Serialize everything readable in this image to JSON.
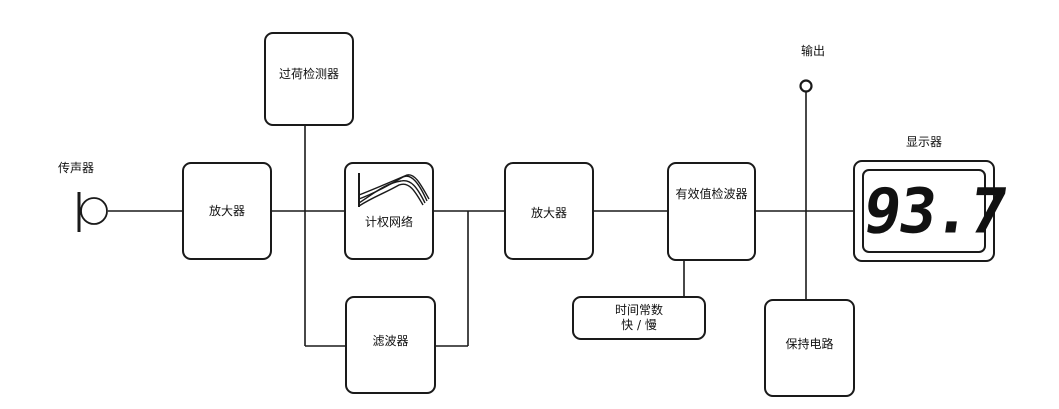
{
  "labels": {
    "microphone": "传声器",
    "amplifier_1": "放大器",
    "overload_detector": "过荷检测器",
    "weighting_network": "计权网络",
    "filter": "滤波器",
    "amplifier_2": "放大器",
    "rms_detector": "有效值检波器",
    "time_constant_line1": "时间常数",
    "time_constant_line2": "快 / 慢",
    "output": "输出",
    "display_title": "显示器",
    "hold_circuit": "保持电路"
  },
  "display": {
    "reading": "93.7"
  },
  "icons": {
    "microphone": "microphone-icon",
    "weighting_curves": "weighting-curves-icon",
    "output_terminal": "output-terminal-icon"
  },
  "colors": {
    "line": "#1a1a1a",
    "background": "#ffffff"
  }
}
